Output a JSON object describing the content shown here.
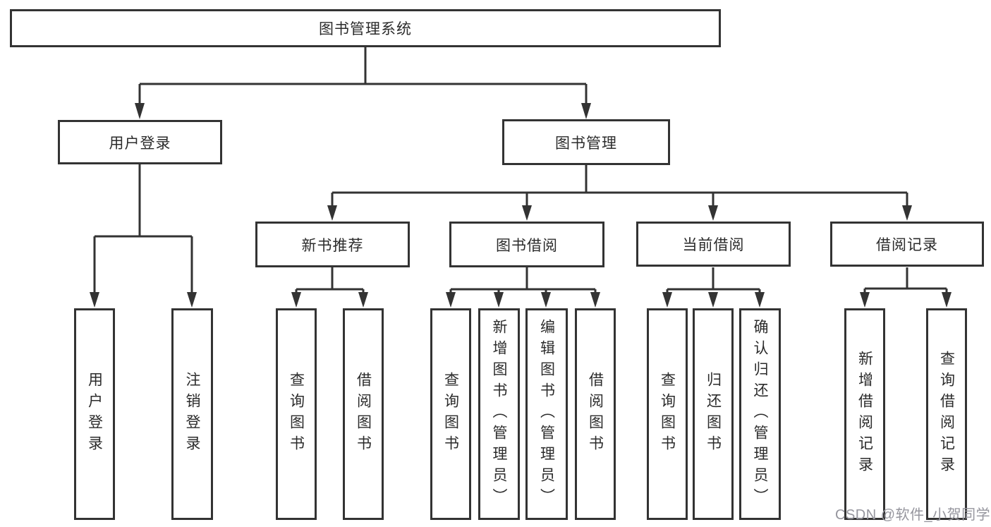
{
  "theme": {
    "background_color": "#ffffff",
    "line_color": "#333333",
    "box_border_color": "#333333",
    "text_color": "#2b2b2b",
    "watermark_color": "#96969e"
  },
  "watermark": {
    "text": "CSDN @软件_小贺同学"
  },
  "hierarchy": {
    "label": "图书管理系统",
    "children": [
      {
        "label": "用户登录",
        "children": [
          {
            "label": "用户登录"
          },
          {
            "label": "注销登录"
          }
        ]
      },
      {
        "label": "图书管理",
        "children": [
          {
            "label": "新书推荐",
            "children": [
              {
                "label": "查询图书"
              },
              {
                "label": "借阅图书"
              }
            ]
          },
          {
            "label": "图书借阅",
            "children": [
              {
                "label": "查询图书"
              },
              {
                "label": "新增图书（管理员）"
              },
              {
                "label": "编辑图书（管理员）"
              },
              {
                "label": "借阅图书"
              }
            ]
          },
          {
            "label": "当前借阅",
            "children": [
              {
                "label": "查询图书"
              },
              {
                "label": "归还图书"
              },
              {
                "label": "确认归还（管理员）"
              }
            ]
          },
          {
            "label": "借阅记录",
            "children": [
              {
                "label": "新增借阅记录"
              },
              {
                "label": "查询借阅记录"
              }
            ]
          }
        ]
      }
    ]
  }
}
